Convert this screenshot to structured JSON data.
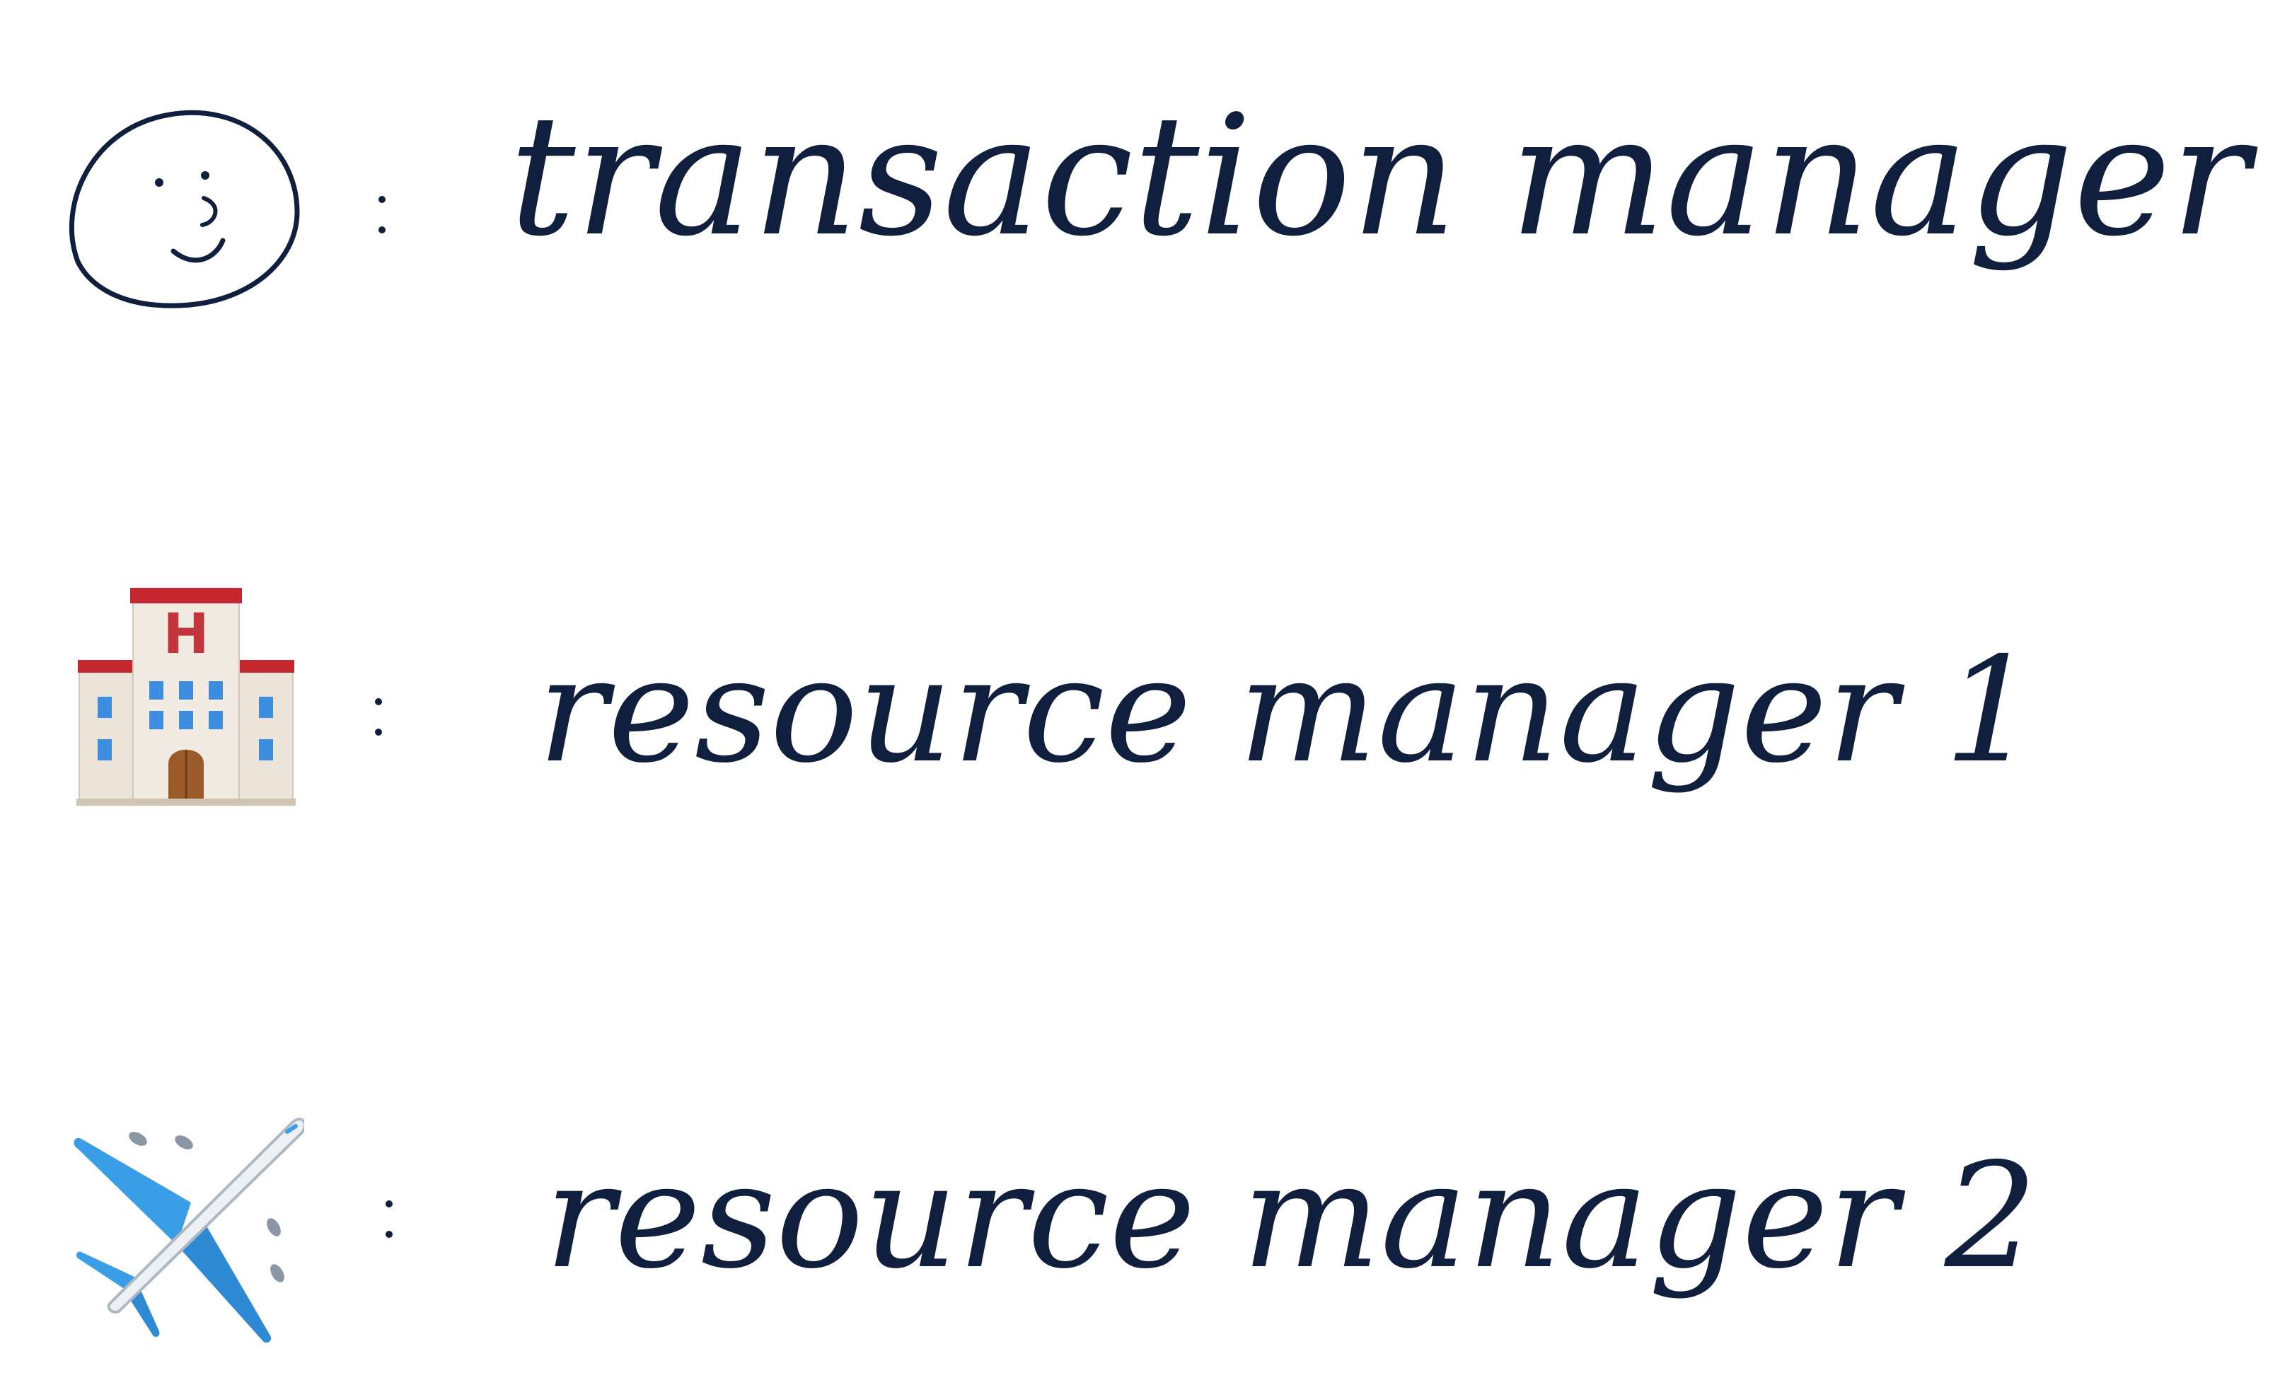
{
  "ink_color": "#0f1f3d",
  "legend": [
    {
      "icon": "smiley-face-icon",
      "separator": ":",
      "label": "transaction manager"
    },
    {
      "icon": "hotel-icon",
      "separator": ":",
      "label": "resource manager 1"
    },
    {
      "icon": "airplane-icon",
      "separator": ":",
      "label": "resource manager 2"
    }
  ]
}
